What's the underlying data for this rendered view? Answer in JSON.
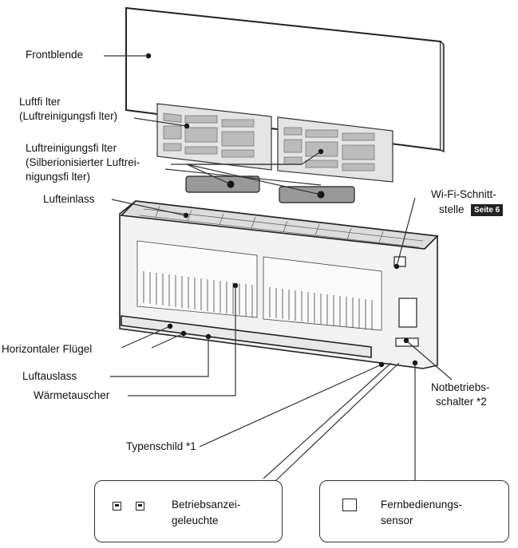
{
  "labels": {
    "frontblende": "Frontblende",
    "luftfilter_1": "Luftfi lter",
    "luftfilter_2": "(Luftreinigungsfi lter)",
    "silber_1": "Luftreinigungsfi lter",
    "silber_2": "(Silberionisierter Luftrei-",
    "silber_3": "nigungsfi lter)",
    "lufteinlass": "Lufteinlass",
    "wifi_1": "Wi-Fi-Schnitt-",
    "wifi_2": "stelle",
    "wifi_badge": "Seite 6",
    "horizontaler_fluegel": "Horizontaler Flügel",
    "luftauslass": "Luftauslass",
    "waermetauscher": "Wärmetauscher",
    "notbetrieb_1": "Notbetriebs-",
    "notbetrieb_2": "schalter *2",
    "typenschild": "Typenschild *1",
    "betrieb_1": "Betriebsanzei-",
    "betrieb_2": "geleuchte",
    "fern_1": "Fernbedienungs-",
    "fern_2": "sensor"
  }
}
